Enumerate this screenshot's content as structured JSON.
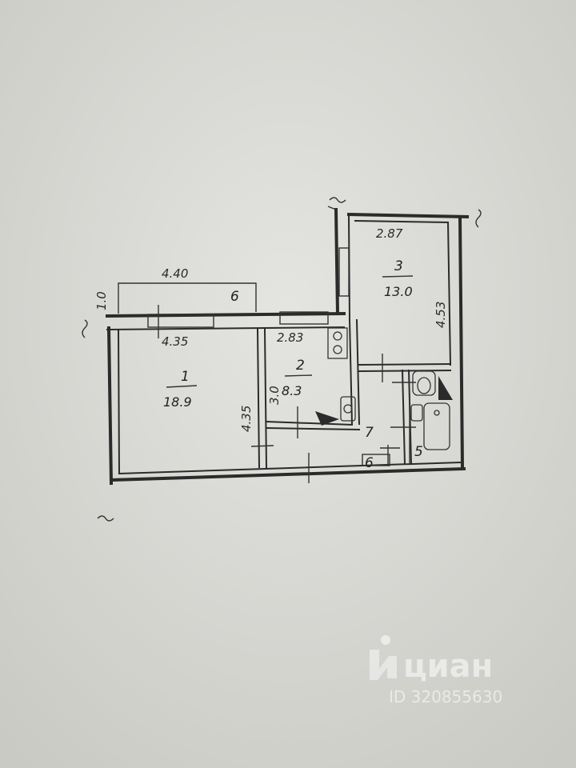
{
  "plan": {
    "dimensions": {
      "d_440": "4.40",
      "d_10": "1.0",
      "d_435_top": "4.35",
      "d_435_side": "4.35",
      "d_283": "2.83",
      "d_30": "3.0",
      "d_287": "2.87",
      "d_453": "4.53"
    },
    "rooms": [
      {
        "no": "1",
        "area": "18.9"
      },
      {
        "no": "2",
        "area": "8.3"
      },
      {
        "no": "3",
        "area": "13.0"
      }
    ],
    "labels": {
      "balcony": "6",
      "hall": "7",
      "closet": "6",
      "bath": "5"
    }
  },
  "watermark": {
    "brand": "циан",
    "id": "ID 320855630"
  }
}
